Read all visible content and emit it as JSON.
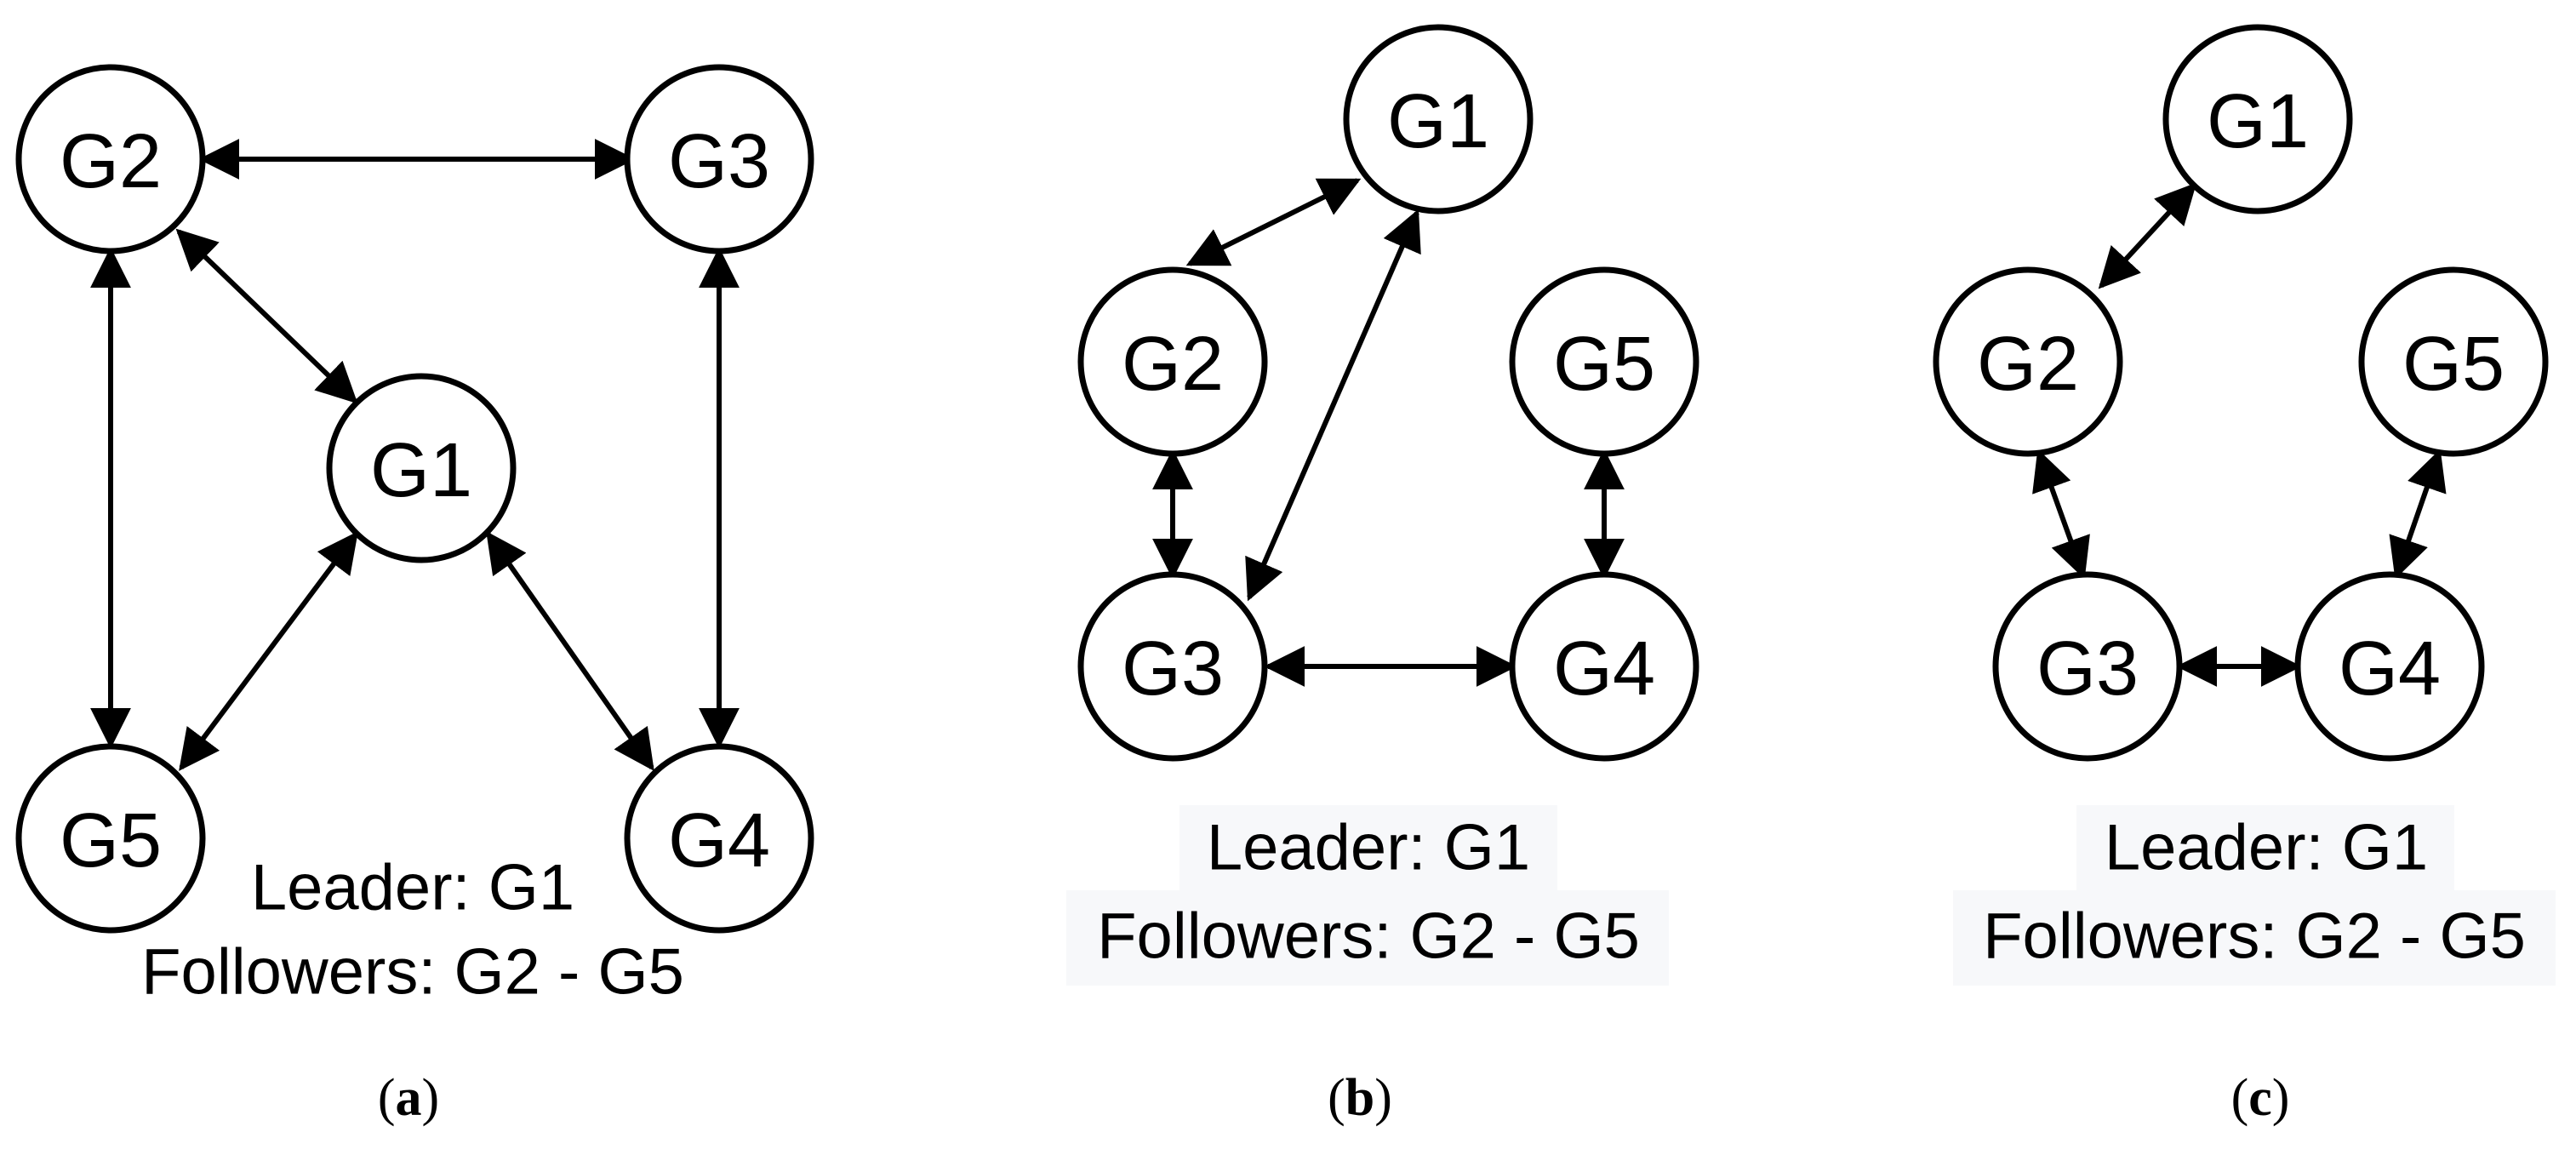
{
  "panels": [
    {
      "id": "a",
      "label_open": "(",
      "label_letter": "a",
      "label_close": ")",
      "leader_line": "Leader: G1",
      "followers_line": "Followers: G2 - G5",
      "nodes": [
        "G1",
        "G2",
        "G3",
        "G4",
        "G5"
      ],
      "edges": [
        [
          "G2",
          "G3"
        ],
        [
          "G2",
          "G1"
        ],
        [
          "G2",
          "G5"
        ],
        [
          "G3",
          "G4"
        ],
        [
          "G1",
          "G5"
        ],
        [
          "G1",
          "G4"
        ]
      ]
    },
    {
      "id": "b",
      "label_open": "(",
      "label_letter": "b",
      "label_close": ")",
      "leader_line": "Leader: G1",
      "followers_line": "Followers: G2 - G5",
      "nodes": [
        "G1",
        "G2",
        "G3",
        "G4",
        "G5"
      ],
      "edges": [
        [
          "G1",
          "G2"
        ],
        [
          "G1",
          "G3"
        ],
        [
          "G2",
          "G3"
        ],
        [
          "G3",
          "G4"
        ],
        [
          "G5",
          "G4"
        ]
      ]
    },
    {
      "id": "c",
      "label_open": "(",
      "label_letter": "c",
      "label_close": ")",
      "leader_line": "Leader: G1",
      "followers_line": "Followers: G2 - G5",
      "nodes": [
        "G1",
        "G2",
        "G3",
        "G4",
        "G5"
      ],
      "edges": [
        [
          "G1",
          "G2"
        ],
        [
          "G2",
          "G3"
        ],
        [
          "G3",
          "G4"
        ],
        [
          "G5",
          "G4"
        ]
      ]
    }
  ],
  "edge_style": "bidirectional-arrow",
  "colors": {
    "stroke": "#000000",
    "background": "#ffffff",
    "caption_background": "#f7f8fa"
  }
}
